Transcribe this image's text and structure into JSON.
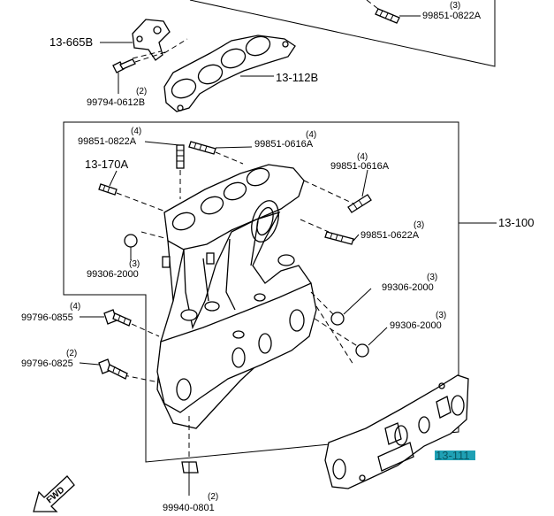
{
  "labels": {
    "top_right_qty": "(3)",
    "top_right_pn": "99851-0822A",
    "bracket_group": "13-665B",
    "upper_gasket_group": "13-112B",
    "bolt_upper_qty": "(2)",
    "bolt_upper_pn": "99794-0612B",
    "stud_a_qty": "(4)",
    "stud_a_pn": "99851-0822A",
    "stud_b_qty": "(4)",
    "stud_b_pn": "99851-0616A",
    "stud_c_qty": "(4)",
    "stud_c_pn": "99851-0616A",
    "stud_d_qty": "(3)",
    "stud_d_pn": "99851-0622A",
    "manifold_group": "13-170A",
    "assembly_group": "13-100",
    "plug_a_qty": "(3)",
    "plug_a_pn": "99306-2000",
    "plug_b_qty": "(3)",
    "plug_b_pn": "99306-2000",
    "plug_c_qty": "(3)",
    "plug_c_pn": "99306-2000",
    "bolt_a_qty": "(4)",
    "bolt_a_pn": "99796-0855",
    "bolt_b_qty": "(2)",
    "bolt_b_pn": "99796-0825",
    "nut_qty": "(2)",
    "nut_pn": "99940-0801",
    "lower_gasket_group": "13-111",
    "fwd": "FWD"
  },
  "colors": {
    "highlight": "#1fa0b4",
    "line": "#000000"
  }
}
